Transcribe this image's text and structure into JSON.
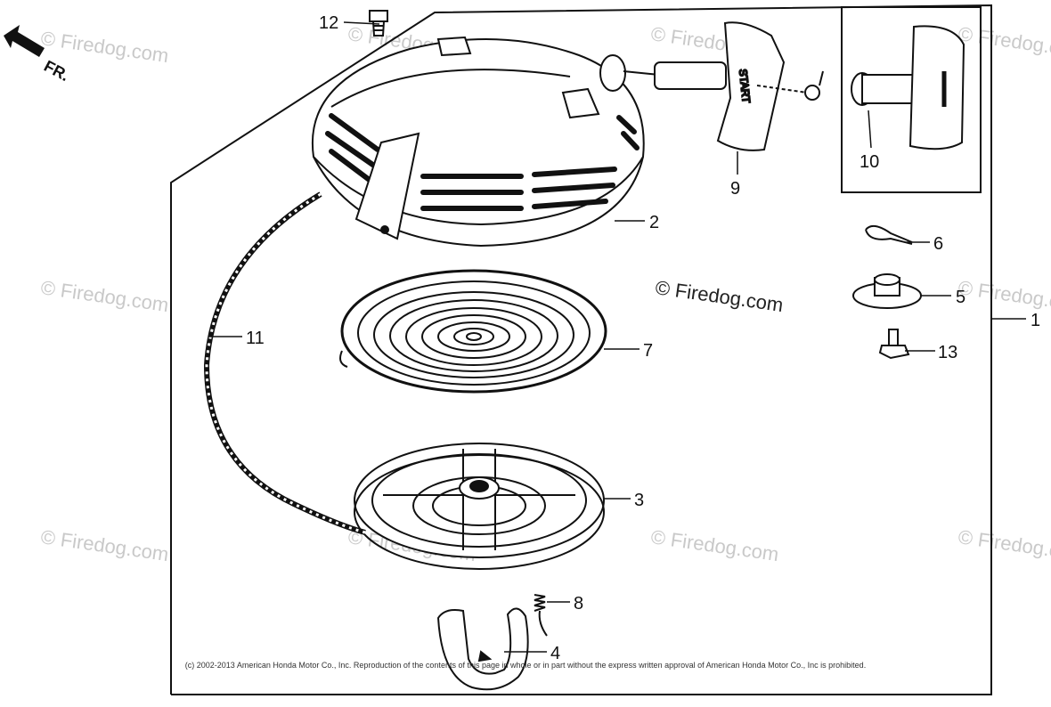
{
  "direction_label": "FR.",
  "watermarks": {
    "main": "© Firedog.com",
    "faint": "© Firedog.com"
  },
  "handle_text": "START",
  "copyright": "(c) 2002-2013 American Honda Motor Co., Inc. Reproduction of the contents of this page in whole or in part without the express written approval of American Honda Motor Co., Inc is prohibited.",
  "callouts": {
    "c1": "1",
    "c2": "2",
    "c3": "3",
    "c4": "4",
    "c5": "5",
    "c6": "6",
    "c7": "7",
    "c8": "8",
    "c9": "9",
    "c10": "10",
    "c11": "11",
    "c12": "12",
    "c13": "13"
  }
}
